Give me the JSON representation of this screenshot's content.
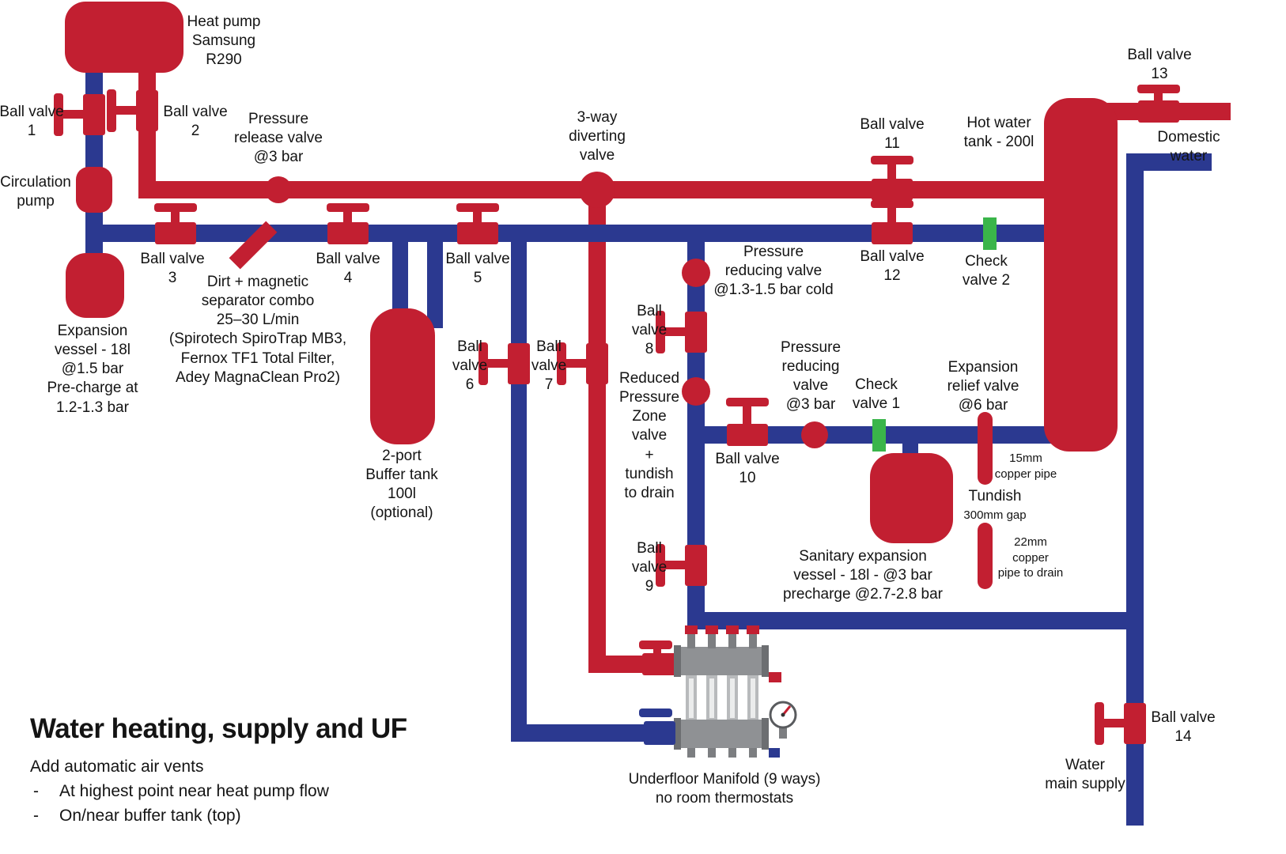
{
  "colors": {
    "hot_pipe": "#c21f31",
    "cold_pipe": "#2b3990",
    "check_valve": "#3ab54a",
    "manifold_gray": "#8f9194"
  },
  "title_block": {
    "title": "Water heating, supply and UF",
    "subtitle": "Add automatic air vents",
    "bullet": "-",
    "notes": [
      "At highest point near heat pump flow",
      "On/near buffer tank (top)"
    ]
  },
  "labels": {
    "heat_pump": "Heat pump\nSamsung\nR290",
    "ball_valve_1": "Ball valve\n1",
    "ball_valve_2": "Ball valve\n2",
    "pressure_release_valve": "Pressure\nrelease valve\n@3 bar",
    "circulation_pump": "Circulation\npump",
    "ball_valve_3": "Ball valve\n3",
    "dirt_separator": "Dirt + magnetic\nseparator combo\n25–30 L/min\n(Spirotech SpiroTrap MB3,\nFernox TF1 Total Filter,\nAdey MagnaClean Pro2)",
    "ball_valve_4": "Ball valve\n4",
    "ball_valve_5": "Ball valve\n5",
    "expansion_vessel": "Expansion\nvessel - 18l\n@1.5 bar\nPre-charge at\n1.2-1.3 bar",
    "buffer_tank": "2-port\nBuffer tank\n100l\n(optional)",
    "ball_valve_6": "Ball\nvalve\n6",
    "ball_valve_7": "Ball\nvalve\n7",
    "three_way_valve": "3-way\ndiverting\nvalve",
    "ball_valve_8": "Ball\nvalve\n8",
    "prv_cold": "Pressure\nreducing valve\n@1.3-1.5 bar cold",
    "rpz_valve": "Reduced\nPressure\nZone\nvalve\n+\ntundish\nto drain",
    "ball_valve_9": "Ball\nvalve\n9",
    "ball_valve_10": "Ball valve\n10",
    "prv_3bar": "Pressure\nreducing\nvalve\n@3 bar",
    "check_valve_1": "Check\nvalve 1",
    "expansion_relief_valve": "Expansion\nrelief valve\n@6 bar",
    "ball_valve_11": "Ball valve\n11",
    "ball_valve_12": "Ball valve\n12",
    "check_valve_2": "Check\nvalve 2",
    "hot_water_tank": "Hot water\ntank - 200l",
    "ball_valve_13": "Ball valve\n13",
    "domestic_water": "Domestic water",
    "sanitary_expansion_vessel": "Sanitary expansion\nvessel - 18l - @3 bar\nprecharge @2.7-2.8 bar",
    "copper_15mm": "15mm\ncopper pipe",
    "tundish": "Tundish",
    "tundish_gap": "300mm gap",
    "copper_22mm": "22mm\ncopper\npipe to drain",
    "underfloor_manifold": "Underfloor Manifold (9 ways)\nno room thermostats",
    "ball_valve_14": "Ball valve\n14",
    "water_main_supply": "Water\nmain supply"
  }
}
